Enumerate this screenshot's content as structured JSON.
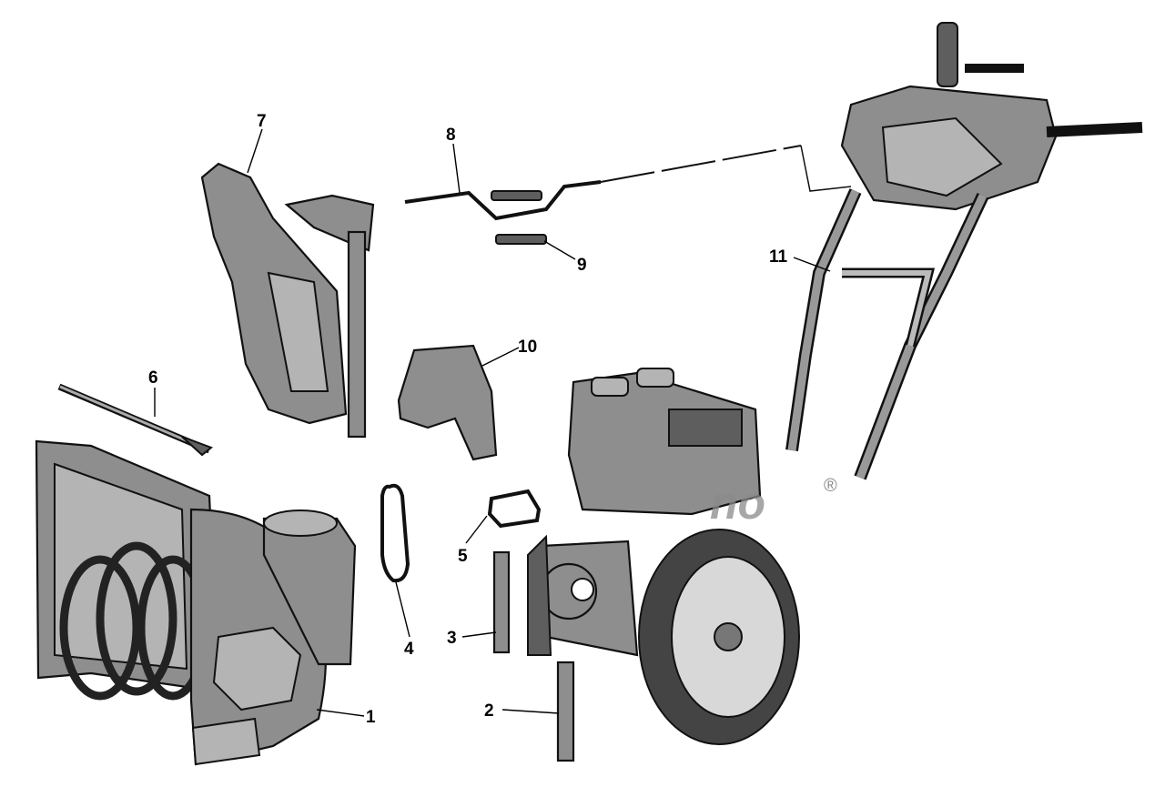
{
  "diagram": {
    "title": "Snow thrower exploded parts view",
    "labels": [
      "1",
      "2",
      "3",
      "4",
      "5",
      "6",
      "7",
      "8",
      "9",
      "10",
      "11"
    ],
    "watermark_registered": "®"
  }
}
